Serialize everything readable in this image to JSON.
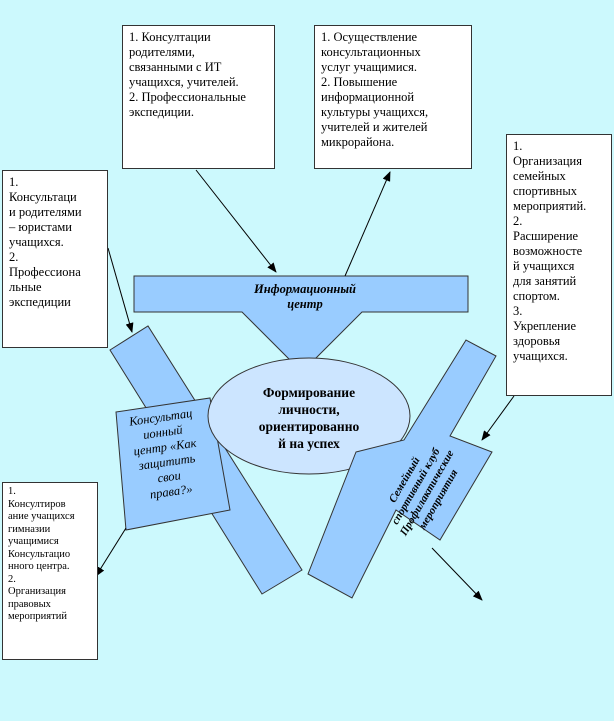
{
  "colors": {
    "background": "#ccf9fd",
    "arrow_fill": "#99ccff",
    "ellipse_fill": "#cce5ff"
  },
  "center": {
    "text": "Формирование\nличности,\nориентированно\nй на успех"
  },
  "info_center": {
    "text": "Информационный\nцентр"
  },
  "consult_center": {
    "text": "Консультац\nионный\nцентр «Как\nзащитить\nсвои\nправа?»"
  },
  "sport_club": {
    "text": "Семейный\nспортивный клуб\nПрофилактические\nмероприятия"
  },
  "boxes": {
    "top_left": "1. Консултации\nродителями,\nсвязанными с ИТ\nучащихся, учителей.\n2. Профессиональные\nэкспедиции.",
    "top_right": "1. Осуществление\nконсультационных\nуслуг учащимися.\n2. Повышение\nинформационной\nкультуры учащихся,\nучителей и жителей\nмикрорайона.",
    "left_mid": "1.\nКонсультаци\nи родителями\n– юристами\nучащихся.\n2.\nПрофессиона\nльные\nэкспедиции",
    "right_mid": "1.\nОрганизация\nсемейных\nспортивных\nмероприятий.\n2.\nРасширение\nвозможносте\nй учащихся\nдля занятий\nспортом.\n3.\nУкрепление\nздоровья\nучащихся.",
    "bottom_left": "1.\nКонсултиров\nание учащихся\nгимназии\nучащимися\nКонсультацио\nнного центра.\n2.\nОрганизация\nправовых\nмероприятий"
  }
}
